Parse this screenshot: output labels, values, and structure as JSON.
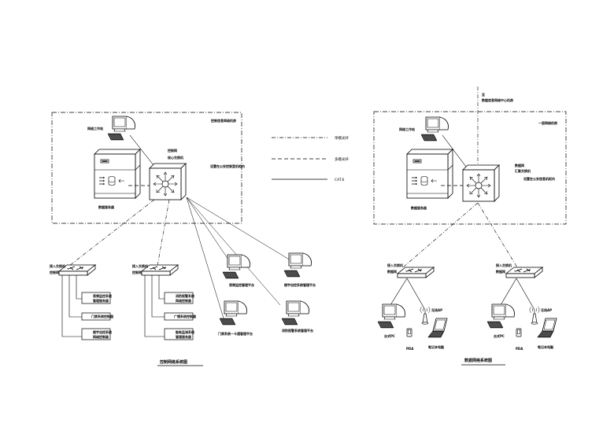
{
  "legend": {
    "items": [
      {
        "style": "dash-dot",
        "label": "单模光纤"
      },
      {
        "style": "dashed",
        "label": "多模光纤"
      },
      {
        "style": "solid",
        "label": "CAT.6"
      }
    ]
  },
  "left_network": {
    "zone_label": "控制信息网络机房",
    "workstation_label": "网络工作站",
    "server_label": "数据服务器",
    "core_switch_label_1": "控制网",
    "core_switch_label_2": "核心交换机",
    "note_label": "设置在公安控制室机柜内",
    "access_switches": [
      {
        "label_1": "接入交换机",
        "label_2": "控制网",
        "devices": [
          {
            "l1": "视频监控系统",
            "l2": "管理服务器"
          },
          {
            "l1": "门禁系统控制器"
          },
          {
            "l1": "楼宇自控系统",
            "l2": "网络控制器"
          }
        ]
      },
      {
        "label_1": "接入交换机",
        "label_2": "控制网",
        "devices": [
          {
            "l1": "消防报警系统",
            "l2": "网络控制器"
          },
          {
            "l1": "广播系统控制器"
          },
          {
            "l1": "能耗监测系统",
            "l2": "管理服务器"
          }
        ]
      }
    ],
    "terminals": [
      {
        "label": "视频监控管理平台"
      },
      {
        "label": "楼宇自控系统管理平台"
      },
      {
        "label": "门禁系统一卡通管理平台"
      },
      {
        "label": "消防报警系统管理平台"
      }
    ],
    "caption": "控制网络系统图"
  },
  "right_network": {
    "uplink_label_1": "至",
    "uplink_label_2": "数据信息网络中心机房",
    "zone_label": "一层网络机房",
    "workstation_label": "网络工作站",
    "server_label": "数据服务器",
    "core_switch_label_1": "数据网",
    "core_switch_label_2": "汇聚交换机",
    "note_label": "设置在公安信息机柜内",
    "access_switches": [
      {
        "label_1": "接入交换机",
        "label_2": "数据网",
        "pc_label": "台式PC",
        "pda_label": "PDA",
        "ap_label": "无线AP",
        "laptop_label": "笔记本电脑"
      },
      {
        "label_1": "接入交换机",
        "label_2": "数据网",
        "pc_label": "台式PC",
        "pda_label": "PDA",
        "ap_label": "无线AP",
        "laptop_label": "笔记本电脑"
      }
    ],
    "caption": "数据网络系统图"
  }
}
